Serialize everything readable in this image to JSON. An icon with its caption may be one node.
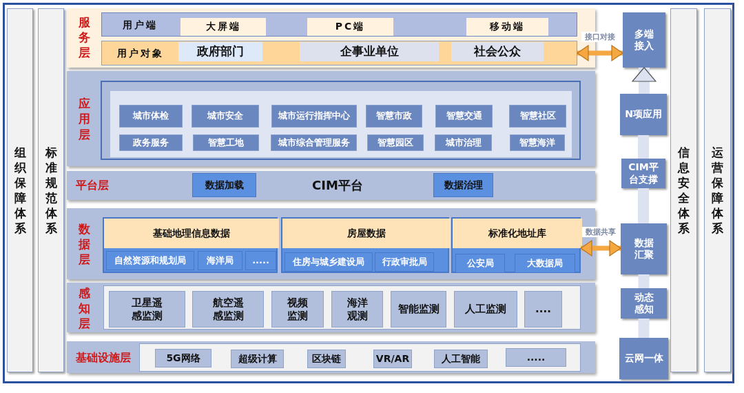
{
  "diagram": {
    "nodes": [
      {
        "text": [
          "组织保障体系"
        ]
      },
      {
        "text": [
          "标准规范体系"
        ]
      },
      {
        "text": [
          "服务层"
        ]
      },
      {
        "text": [
          "用户端"
        ],
        "in": 2
      },
      {
        "text": [
          "大屏端"
        ],
        "in": 3
      },
      {
        "text": [
          "PC端"
        ],
        "in": 3
      },
      {
        "text": [
          "移动端"
        ],
        "in": 3
      },
      {
        "text": [
          "用户对象"
        ],
        "in": 2
      },
      {
        "text": [
          "政府部门"
        ],
        "in": 7
      },
      {
        "text": [
          "企事业单位"
        ],
        "in": 7
      },
      {
        "text": [
          "社会公众"
        ],
        "in": 7
      },
      {
        "text": [
          "应用层"
        ]
      },
      {
        "text": [
          "城市体检"
        ],
        "in": 11
      },
      {
        "text": [
          "城市安全"
        ],
        "in": 11
      },
      {
        "text": [
          "城市运行指挥中心"
        ],
        "in": 11
      },
      {
        "text": [
          "智慧市政"
        ],
        "in": 11
      },
      {
        "text": [
          "智慧交通"
        ],
        "in": 11
      },
      {
        "text": [
          "智慧社区"
        ],
        "in": 11
      },
      {
        "text": [
          "政务服务"
        ],
        "in": 11
      },
      {
        "text": [
          "智慧工地"
        ],
        "in": 11
      },
      {
        "text": [
          "城市综合管理服务"
        ],
        "in": 11
      },
      {
        "text": [
          "智慧园区"
        ],
        "in": 11
      },
      {
        "text": [
          "城市治理"
        ],
        "in": 11
      },
      {
        "text": [
          "智慧海洋"
        ],
        "in": 11
      },
      {
        "text": [
          "平台层",
          "CIM平台"
        ]
      },
      {
        "text": [
          "数据加载"
        ],
        "in": 24
      },
      {
        "text": [
          "数据治理"
        ],
        "in": 24
      },
      {
        "text": [
          "数据层"
        ]
      },
      {
        "text": [
          "基础地理信息数据"
        ],
        "in": 27
      },
      {
        "text": [
          "自然资源和规划局"
        ],
        "in": 28
      },
      {
        "text": [
          "海洋局"
        ],
        "in": 28
      },
      {
        "text": [
          "....."
        ],
        "in": 28
      },
      {
        "text": [
          "房屋数据"
        ],
        "in": 27
      },
      {
        "text": [
          "住房与城乡建设局"
        ],
        "in": 32
      },
      {
        "text": [
          "行政审批局"
        ],
        "in": 32
      },
      {
        "text": [
          "标准化地址库"
        ],
        "in": 27
      },
      {
        "text": [
          "公安局"
        ],
        "in": 35
      },
      {
        "text": [
          "大数据局"
        ],
        "in": 35
      },
      {
        "text": [
          "感知层"
        ]
      },
      {
        "text": [
          "卫星遥感监测"
        ],
        "in": 38
      },
      {
        "text": [
          "航空遥感监测"
        ],
        "in": 38
      },
      {
        "text": [
          "视频监测"
        ],
        "in": 38
      },
      {
        "text": [
          "海洋观测"
        ],
        "in": 38
      },
      {
        "text": [
          "智能监测"
        ],
        "in": 38
      },
      {
        "text": [
          "人工监测"
        ],
        "in": 38
      },
      {
        "text": [
          "...."
        ],
        "in": 38
      },
      {
        "text": [
          "基础设施层"
        ]
      },
      {
        "text": [
          "5G网络"
        ],
        "in": 46
      },
      {
        "text": [
          "超级计算"
        ],
        "in": 46
      },
      {
        "text": [
          "区块链"
        ],
        "in": 46
      },
      {
        "text": [
          "VR/AR"
        ],
        "in": 46
      },
      {
        "text": [
          "人工智能"
        ],
        "in": 46
      },
      {
        "text": [
          "....."
        ],
        "in": 46
      },
      {
        "text": [
          "多端接入"
        ]
      },
      {
        "text": [
          "N项应用"
        ]
      },
      {
        "text": [
          "CIM平台支撑"
        ]
      },
      {
        "text": [
          "数据汇聚"
        ]
      },
      {
        "text": [
          "动态感知"
        ]
      },
      {
        "text": [
          "云网一体"
        ]
      },
      {
        "text": [
          "信息安全体系"
        ]
      },
      {
        "text": [
          "运营保障体系"
        ]
      }
    ],
    "edges": [
      {
        "from": 7,
        "to": 53,
        "arrow": "both",
        "label": "接口对接",
        "color": "#f5a742"
      },
      {
        "from": 35,
        "to": 56,
        "arrow": "both",
        "label": "数据共享",
        "color": "#f5a742"
      },
      {
        "from": 58,
        "to": 57,
        "arrow": "none"
      },
      {
        "from": 57,
        "to": 56,
        "arrow": "none"
      },
      {
        "from": 56,
        "to": 55,
        "arrow": "none"
      },
      {
        "from": 55,
        "to": 54,
        "arrow": "none"
      },
      {
        "from": 54,
        "to": 53,
        "arrow": "to"
      }
    ]
  }
}
